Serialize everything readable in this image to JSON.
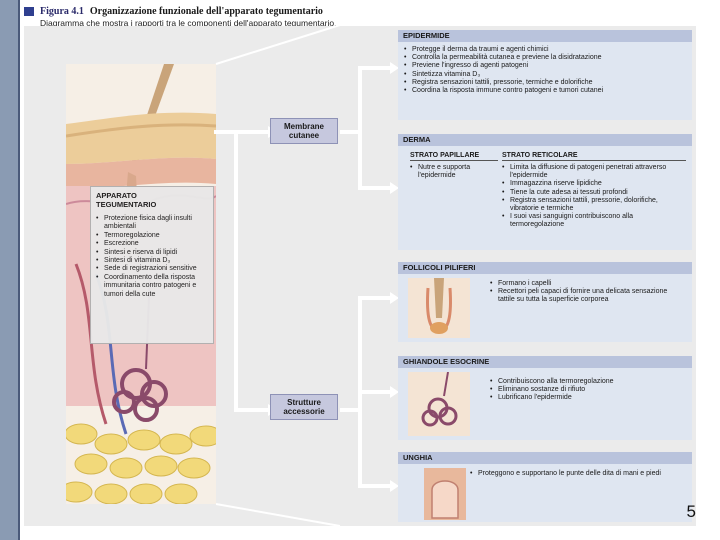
{
  "figure": {
    "number": "Figura 4.1",
    "title": "Organizzazione funzionale dell'apparato tegumentario",
    "subtitle": "Diagramma che mostra i rapporti tra le componenti dell'apparato tegumentario."
  },
  "tegumentario": {
    "title_line1": "APPARATO",
    "title_line2": "TEGUMENTARIO",
    "items": [
      "Protezione fisica dagli insulti ambientali",
      "Termoregolazione",
      "Escrezione",
      "Sintesi e riserva di lipidi",
      "Sintesi di vitamina D₃",
      "Sede di registrazioni sensitive",
      "Coordinamento della risposta immunitaria contro patogeni e tumori della cute"
    ]
  },
  "nodes": {
    "membrane_line1": "Membrane",
    "membrane_line2": "cutanee",
    "accessory_line1": "Strutture",
    "accessory_line2": "accessorie"
  },
  "epidermide": {
    "title": "EPIDERMIDE",
    "items": [
      "Protegge il derma da traumi e agenti chimici",
      "Controlla la permeabilità cutanea e previene la disidratazione",
      "Previene l'ingresso di agenti patogeni",
      "Sintetizza vitamina D₃",
      "Registra sensazioni tattili, pressorie, termiche e dolorifiche",
      "Coordina la risposta immune contro patogeni e tumori cutanei"
    ]
  },
  "derma": {
    "title": "DERMA",
    "papillare_title": "STRATO PAPILLARE",
    "papillare_items": [
      "Nutre e supporta l'epidermide"
    ],
    "reticolare_title": "STRATO RETICOLARE",
    "reticolare_items": [
      "Limita la diffusione di patogeni penetrati attraverso l'epidermide",
      "Immagazzina riserve lipidiche",
      "Tiene la cute adesa ai tessuti profondi",
      "Registra sensazioni tattili, pressorie, dolorifiche, vibratorie e termiche",
      "I suoi vasi sanguigni contribuiscono alla termoregolazione"
    ]
  },
  "follicoli": {
    "title": "FOLLICOLI PILIFERI",
    "items": [
      "Formano i capelli",
      "Recettori peli capaci di fornire una delicata sensazione tattile su tutta la superficie corporea"
    ]
  },
  "ghiandole": {
    "title": "GHIANDOLE ESOCRINE",
    "items": [
      "Contribuiscono alla termoregolazione",
      "Eliminano sostanze di rifiuto",
      "Lubrificano l'epidermide"
    ]
  },
  "unghia": {
    "title": "UNGHIA",
    "items": [
      "Proteggono e supportano le punte delle dita di mani e piedi"
    ]
  },
  "page_number": "5",
  "colors": {
    "panel_bg": "#dfe6f1",
    "panel_header": "#b9c3dc",
    "node_bg": "#c6c8de",
    "connector": "#ffffff",
    "frame": "#8a9bb3"
  }
}
